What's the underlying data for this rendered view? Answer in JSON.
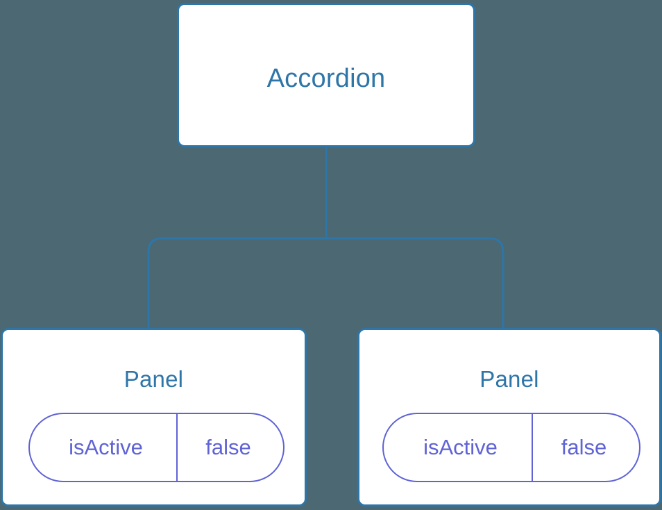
{
  "diagram": {
    "type": "component-tree",
    "background_color": "#4c6873",
    "node_border_color": "#2e75a8",
    "node_fill_color": "#ffffff",
    "node_title_color": "#2e75a8",
    "connector_color": "#2e75a8",
    "prop_pill_color": "#5f63d4",
    "root": {
      "title": "Accordion"
    },
    "children": [
      {
        "title": "Panel",
        "props": [
          {
            "key": "isActive",
            "value": "false"
          }
        ]
      },
      {
        "title": "Panel",
        "props": [
          {
            "key": "isActive",
            "value": "false"
          }
        ]
      }
    ]
  }
}
